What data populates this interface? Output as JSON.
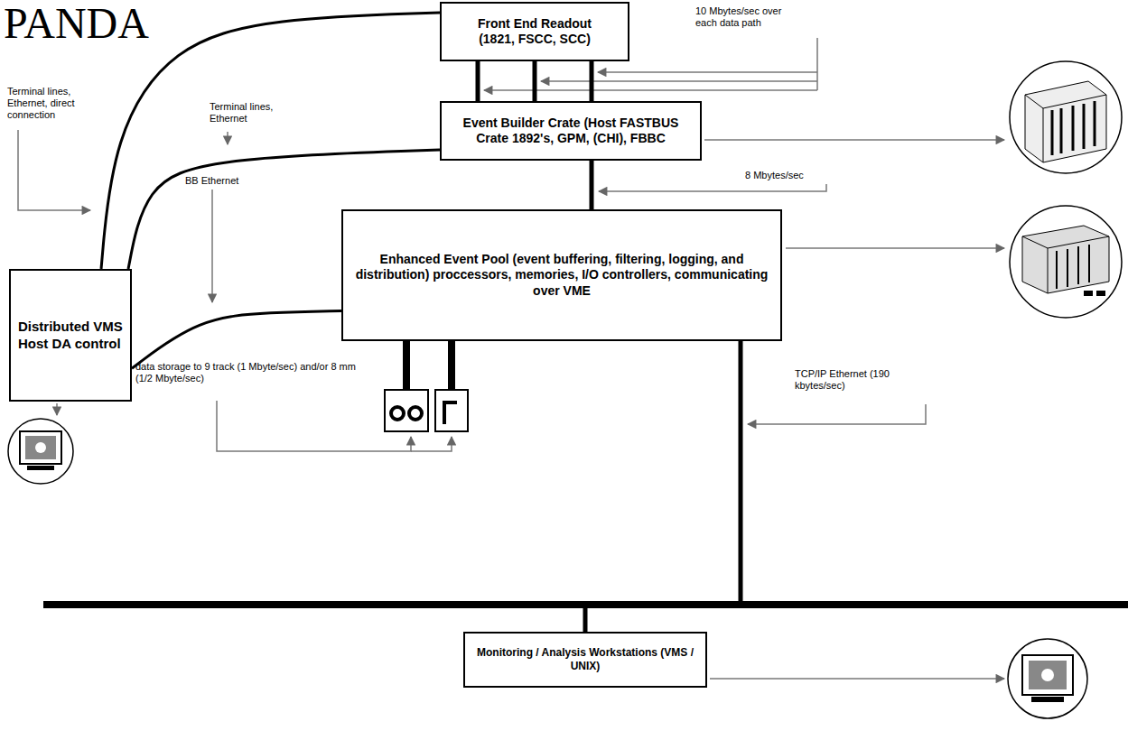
{
  "diagram": {
    "title": "PANDA",
    "nodes": [
      {
        "text": [
          "Front End Readout",
          "(1821, FSCC, SCC)"
        ]
      },
      {
        "text": [
          "Event Builder Crate (Host FASTBUS Crate 1892's, GPM, (CHI), FBBC"
        ]
      },
      {
        "text": [
          "Distributed VMS Host DA control"
        ]
      },
      {
        "text": [
          "Enhanced Event Pool (event buffering, filtering, logging, and distribution) proccessors, memories, I/O controllers, communicating over VME"
        ]
      },
      {
        "text": [
          "Monitoring / Analysis Workstations (VMS / UNIX)"
        ]
      }
    ],
    "edges": [
      {
        "from": 0,
        "to": 1,
        "arrow": "none"
      },
      {
        "from": 0,
        "to": 1,
        "arrow": "none"
      },
      {
        "from": 0,
        "to": 1,
        "arrow": "none"
      },
      {
        "from": 1,
        "to": 3,
        "arrow": "none"
      },
      {
        "from": 2,
        "to": 0,
        "arrow": "none"
      },
      {
        "from": 2,
        "to": 1,
        "arrow": "none"
      },
      {
        "from": 2,
        "to": 3,
        "arrow": "none"
      },
      {
        "from": 3,
        "to": 4,
        "arrow": "none"
      }
    ],
    "labels": [
      "Terminal lines, Ethernet, direct connection",
      "Terminal lines, Ethernet",
      "10 Mbytes/sec over each data path",
      "8 Mbytes/sec",
      "BB Ethernet",
      "data storage to 9 track (1 Mbyte/sec) and/or 8 mm (1/2 Mbyte/sec)",
      "TCP/IP Ethernet (190 kbytes/sec)"
    ]
  }
}
